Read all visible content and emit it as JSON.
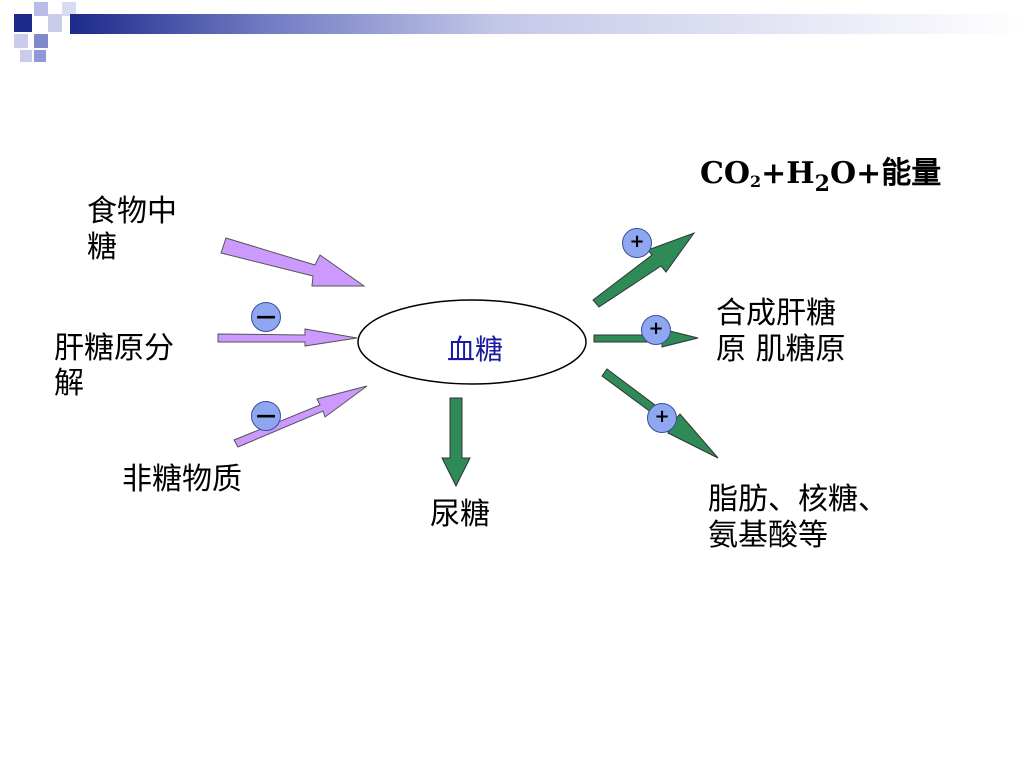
{
  "center": {
    "label": "血糖"
  },
  "sources": {
    "food": [
      "食物中",
      "糖"
    ],
    "glycogenolysis": [
      "肝糖原分",
      "解"
    ],
    "non_sugar": "非糖物质"
  },
  "outputs": {
    "oxidation": {
      "p1": "CO",
      "s1": "2",
      "p2": "+H",
      "s2": "2",
      "p3": "O+能量"
    },
    "synthesis": [
      "合成肝糖",
      "原 肌糖原"
    ],
    "conversion": [
      "脂肪、核糖、",
      "氨基酸等"
    ],
    "urine": "尿糖"
  },
  "signs": {
    "minus": "—",
    "plus": "+"
  },
  "colors": {
    "input_arrow": "#cc99ff",
    "output_arrow": "#2e8b57",
    "sign_fill": "#8fa6f0",
    "center_text": "#1a1aa0",
    "header_dark": "#1c2a8a"
  }
}
